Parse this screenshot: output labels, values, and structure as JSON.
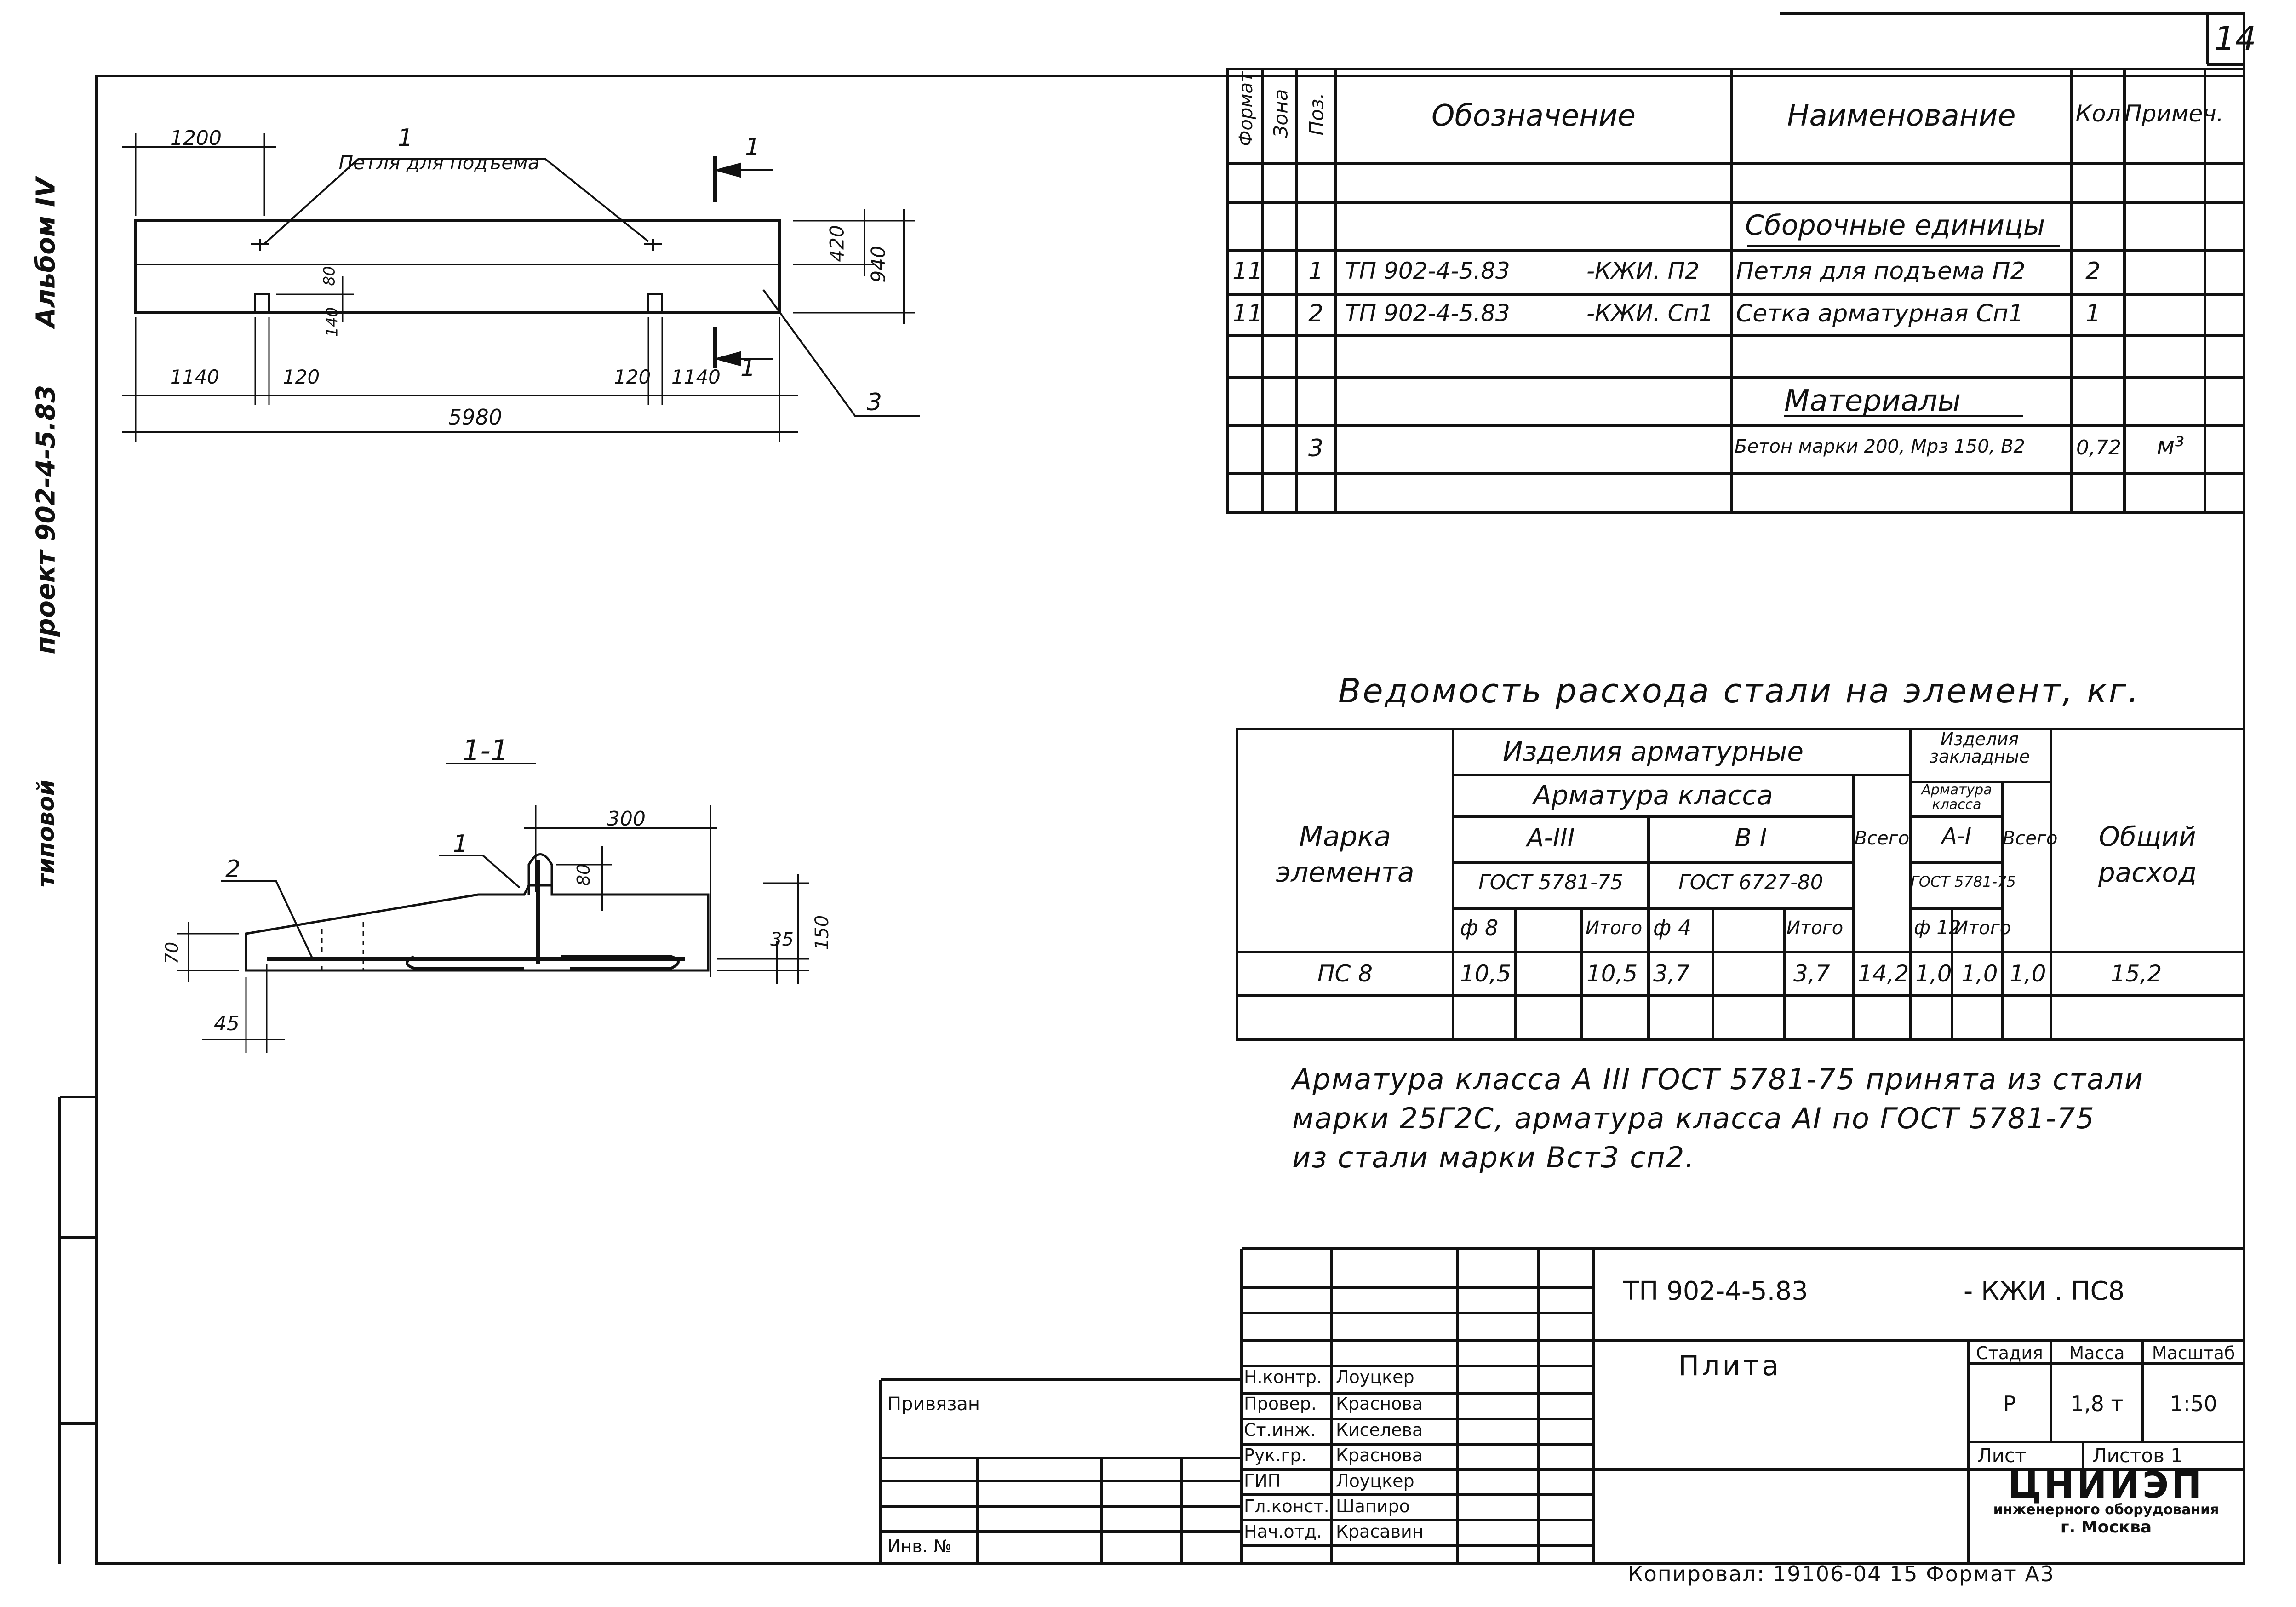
{
  "sheet_number": "14",
  "side_labels": {
    "album": "Альбом IV",
    "project": "проект 902-4-5.83",
    "typical": "типовой"
  },
  "spec_table": {
    "headers": {
      "format": "Формат",
      "zone": "Зона",
      "pos": "Поз.",
      "designation": "Обозначение",
      "name": "Наименование",
      "qty": "Кол",
      "note": "Примеч."
    },
    "section_assemblies": "Сборочные единицы",
    "section_materials": "Материалы",
    "rows": [
      {
        "format": "11",
        "pos": "1",
        "doc": "ТП 902-4-5.83",
        "mark": "-КЖИ. П2",
        "name": "Петля для подъема П2",
        "qty": "2",
        "note": ""
      },
      {
        "format": "11",
        "pos": "2",
        "doc": "ТП 902-4-5.83",
        "mark": "-КЖИ. Сп1",
        "name": "Сетка арматурная Сп1",
        "qty": "1",
        "note": ""
      },
      {
        "format": "",
        "pos": "3",
        "doc": "",
        "mark": "",
        "name": "Бетон марки 200, Мрз 150, В2",
        "qty": "0,72",
        "note": "м³"
      }
    ]
  },
  "plan_view": {
    "callout_1": "1",
    "loop_label": "Петля для подъема",
    "section_mark": "1",
    "callout_3": "3",
    "dims": {
      "left_top": "1200",
      "right_h1": "420",
      "right_h2": "940",
      "inner_v1": "80",
      "inner_v2": "140",
      "bottom_left": "1140",
      "bottom_left_gap": "120",
      "bottom_right_gap": "120",
      "bottom_right": "1140",
      "total": "5980"
    }
  },
  "section_view": {
    "title": "1-1",
    "callout_1": "1",
    "callout_2": "2",
    "dims": {
      "top": "300",
      "loop_h": "80",
      "right_h1": "35",
      "right_h2": "150",
      "left_h": "70",
      "bottom": "45"
    }
  },
  "steel_table": {
    "title": "Ведомость расхода стали на элемент, кг.",
    "h_rebar_products": "Изделия арматурные",
    "h_embedded": "Изделия закладные",
    "h_rebar_class": "Арматура класса",
    "h_rebar_class2": "Арматура класса",
    "h_mark": "Марка элемента",
    "h_a3": "А-III",
    "h_b1": "В I",
    "h_a1": "А-I",
    "h_total1": "Всего",
    "h_total2": "Всего",
    "h_overall": "Общий расход",
    "h_gost1": "ГОСТ 5781-75",
    "h_gost2": "ГОСТ 6727-80",
    "h_gost3": "ГОСТ 5781-75",
    "h_d8": "ф 8",
    "h_itogo1": "Итого",
    "h_d4": "ф 4",
    "h_itogo2": "Итого",
    "h_d12": "ф 12",
    "h_itogo3": "Итого",
    "row": {
      "mark": "ПС 8",
      "d8": "10,5",
      "it1": "10,5",
      "d4": "3,7",
      "it2": "3,7",
      "tot1": "14,2",
      "d12": "1,0",
      "it3": "1,0",
      "tot2": "1,0",
      "overall": "15,2"
    }
  },
  "note_lines": [
    "Арматура класса А III ГОСТ 5781-75 принята из стали",
    "марки 25Г2С, арматура класса АI по ГОСТ 5781-75",
    "из стали марки Вст3 сп2."
  ],
  "title_block": {
    "doc_code": "ТП 902-4-5.83",
    "doc_mark": "- КЖИ . ПС8",
    "name": "Плита",
    "stage_h": "Стадия",
    "mass_h": "Масса",
    "scale_h": "Масштаб",
    "stage": "Р",
    "mass": "1,8 т",
    "scale": "1:50",
    "sheet_h": "Лист",
    "sheets_h": "Листов 1",
    "org_name": "ЦНИИЭП",
    "org_sub": "инженерного оборудования",
    "org_city": "г. Москва",
    "bound": "Привязан",
    "inv": "Инв. №",
    "signatures": [
      {
        "role": "Н.контр.",
        "name": "Лоуцкер"
      },
      {
        "role": "Провер.",
        "name": "Краснова"
      },
      {
        "role": "Ст.инж.",
        "name": "Киселева"
      },
      {
        "role": "Рук.гр.",
        "name": "Краснова"
      },
      {
        "role": "ГИП",
        "name": "Лоуцкер"
      },
      {
        "role": "Гл.конст.",
        "name": "Шапиро"
      },
      {
        "role": "Нач.отд.",
        "name": "Красавин"
      }
    ]
  },
  "footer": "Копировал: 19106-04 15 Формат А3"
}
